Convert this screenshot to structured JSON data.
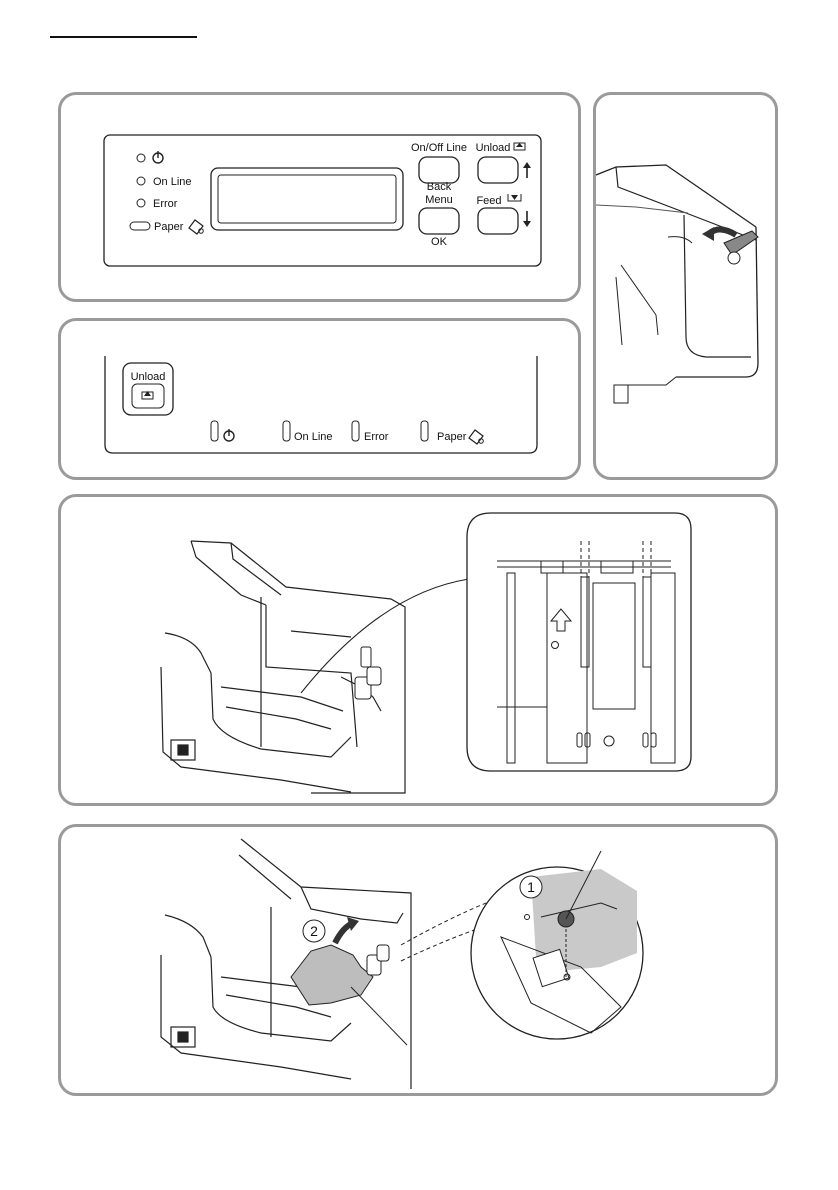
{
  "page": {
    "header_rule": ""
  },
  "panel1": {
    "indicators": [
      {
        "label": "",
        "icon": "power-icon"
      },
      {
        "label": "On Line"
      },
      {
        "label": "Error"
      },
      {
        "label": "Paper",
        "icon": "paper-icon"
      }
    ],
    "buttons": {
      "online_label": "On/Off Line",
      "back_label": "Back",
      "menu_label": "Menu",
      "ok_label": "OK",
      "unload_label": "Unload",
      "feed_label": "Feed"
    }
  },
  "panel2": {
    "unload_label": "Unload",
    "indicators": [
      {
        "label": "",
        "icon": "power-icon"
      },
      {
        "label": "On Line"
      },
      {
        "label": "Error"
      },
      {
        "label": "Paper",
        "icon": "paper-icon"
      }
    ]
  },
  "panel5": {
    "callout_1": "1",
    "callout_2": "2"
  }
}
